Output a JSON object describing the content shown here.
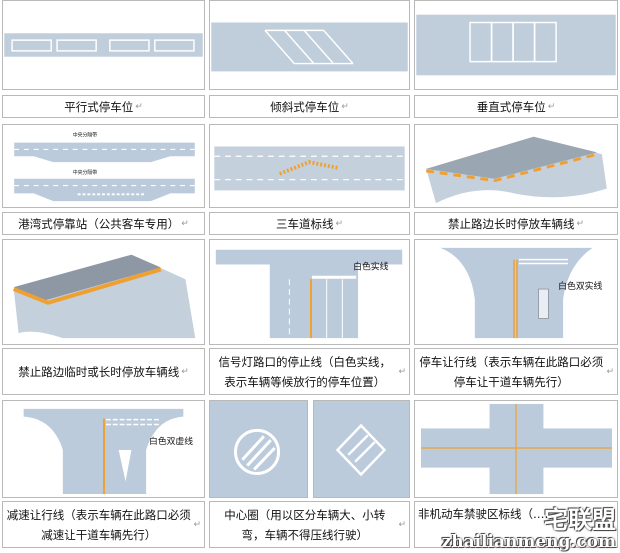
{
  "rows": [
    {
      "captions": [
        "平行式停车位",
        "倾斜式停车位",
        "垂直式停车位"
      ]
    },
    {
      "captions": [
        "港湾式停靠站（公共客车专用）",
        "三车道标线",
        "禁止路边长时停放车辆线"
      ]
    },
    {
      "captions": [
        "禁止路边临时或长时停放车辆线",
        "信号灯路口的停止线（白色实线，表示车辆等候放行的停车位置）",
        "停车让行线（表示车辆在此路口必须停车让干道车辆先行）"
      ]
    },
    {
      "captions": [
        "减速让行线（表示车辆在此路口必须减速让干道车辆先行）",
        "中心圈（用以区分车辆大、小转弯，车辆不得压线行驶）",
        "非机动车禁驶区标线（……"
      ]
    }
  ],
  "image_labels": {
    "median": "中央分隔带",
    "white_solid": "白色实线",
    "white_double_solid": "白色双实线",
    "white_double_dashed": "白色双虚线"
  },
  "watermark": {
    "cn": "宅联盟",
    "url": "zhailianmeng.com"
  },
  "colors": {
    "road": "#bccbdb",
    "yellow": "#f0a030",
    "border": "#b9b9b9"
  }
}
